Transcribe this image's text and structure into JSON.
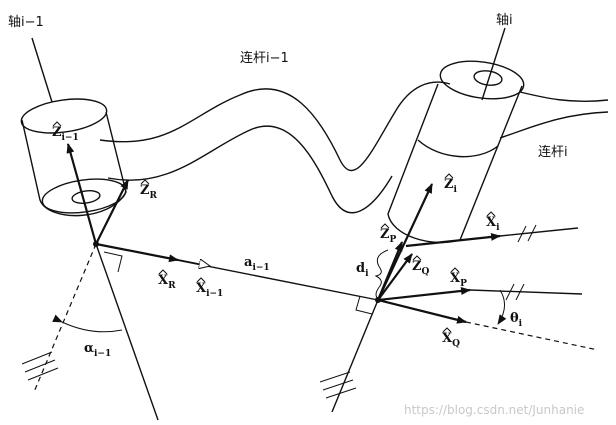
{
  "labels": {
    "axis_prev": "轴i−1",
    "axis_cur": "轴i",
    "link_prev": "连杆i−1",
    "link_cur": "连杆i",
    "z_prev_base": "Z",
    "z_prev_sub": "i−1",
    "z_r_base": "Z",
    "z_r_sub": "R",
    "x_r_base": "X",
    "x_r_sub": "R",
    "x_prev_base": "X",
    "x_prev_sub": "i−1",
    "a_base": "a",
    "a_sub": "i−1",
    "alpha_base": "α",
    "alpha_sub": "i−1",
    "z_cur_base": "Z",
    "z_cur_sub": "i",
    "x_cur_base": "X",
    "x_cur_sub": "i",
    "z_p_base": "Z",
    "z_p_sub": "P",
    "z_q_base": "Z",
    "z_q_sub": "Q",
    "x_p_base": "X",
    "x_p_sub": "P",
    "x_q_base": "X",
    "x_q_sub": "Q",
    "d_base": "d",
    "d_sub": "i",
    "theta_base": "θ",
    "theta_sub": "i"
  },
  "watermark": "https://blog.csdn.net/Junhanie"
}
